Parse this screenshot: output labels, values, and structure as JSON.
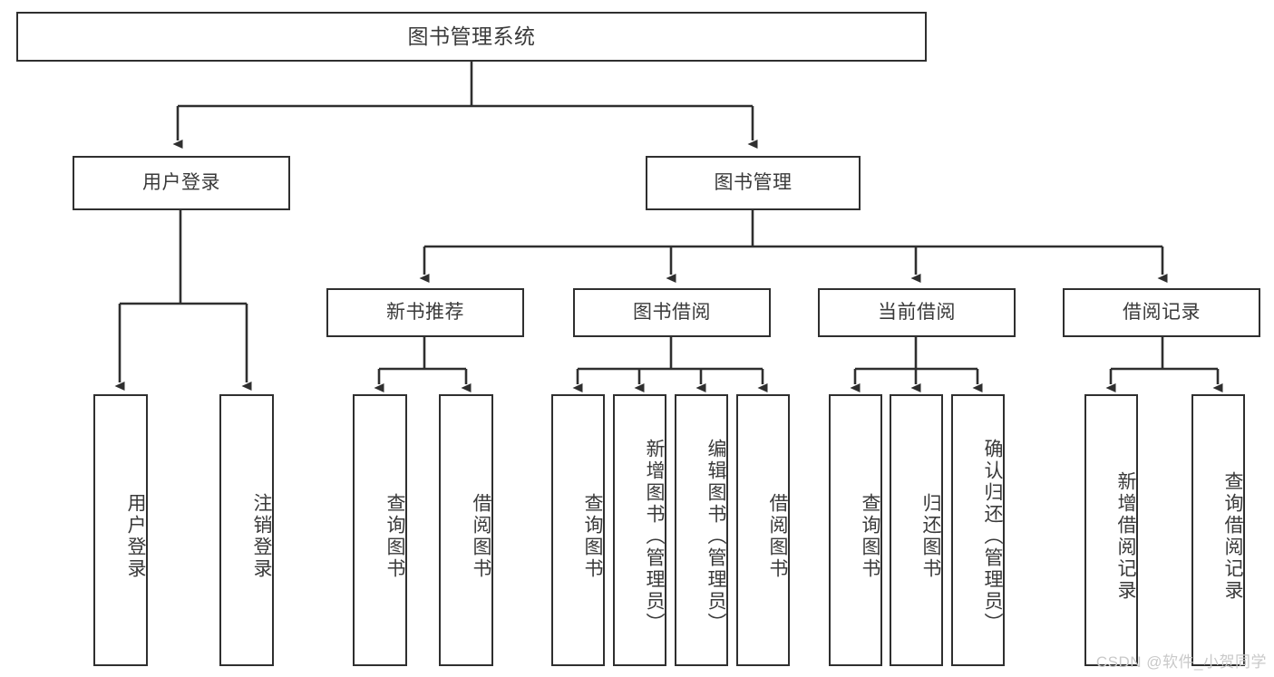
{
  "diagram": {
    "title": "图书管理系统",
    "type": "tree-hierarchy",
    "colors": {
      "stroke": "#2f2f2f",
      "text": "#3a3a3a",
      "background": "#ffffff",
      "watermark": "#c9c9c9"
    },
    "root": {
      "label": "图书管理系统"
    },
    "level2": [
      {
        "label": "用户登录"
      },
      {
        "label": "图书管理"
      }
    ],
    "level3": [
      {
        "label": "新书推荐"
      },
      {
        "label": "图书借阅"
      },
      {
        "label": "当前借阅"
      },
      {
        "label": "借阅记录"
      }
    ],
    "leaves": {
      "user_login": [
        {
          "label": "用户登录"
        },
        {
          "label": "注销登录"
        }
      ],
      "new_book_recommend": [
        {
          "label": "查询图书"
        },
        {
          "label": "借阅图书"
        }
      ],
      "book_borrow": [
        {
          "label": "查询图书"
        },
        {
          "label": "新增图书（管理员）"
        },
        {
          "label": "编辑图书（管理员）"
        },
        {
          "label": "借阅图书"
        }
      ],
      "current_borrow": [
        {
          "label": "查询图书"
        },
        {
          "label": "归还图书"
        },
        {
          "label": "确认归还（管理员）"
        }
      ],
      "borrow_record": [
        {
          "label": "新增借阅记录"
        },
        {
          "label": "查询借阅记录"
        }
      ]
    }
  },
  "watermark": {
    "text": "CSDN @软件_小贺同学"
  }
}
